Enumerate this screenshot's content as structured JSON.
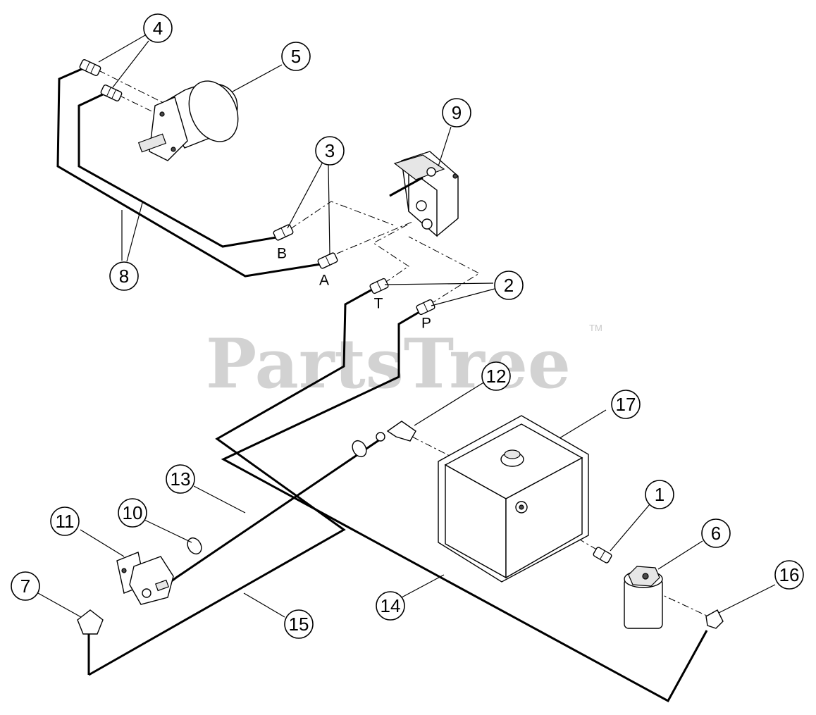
{
  "watermark": {
    "text": "PartsTree",
    "trademark": "TM"
  },
  "port_labels": {
    "a": "A",
    "b": "B",
    "t": "T",
    "p": "P"
  },
  "callouts": {
    "c1": "1",
    "c2": "2",
    "c3": "3",
    "c4": "4",
    "c5": "5",
    "c6": "6",
    "c7": "7",
    "c8": "8",
    "c9": "9",
    "c10": "10",
    "c11": "11",
    "c12": "12",
    "c13": "13",
    "c14": "14",
    "c15": "15",
    "c16": "16",
    "c17": "17"
  },
  "colors": {
    "line": "#000000",
    "watermark": "#d2d2d2",
    "background": "#ffffff"
  }
}
